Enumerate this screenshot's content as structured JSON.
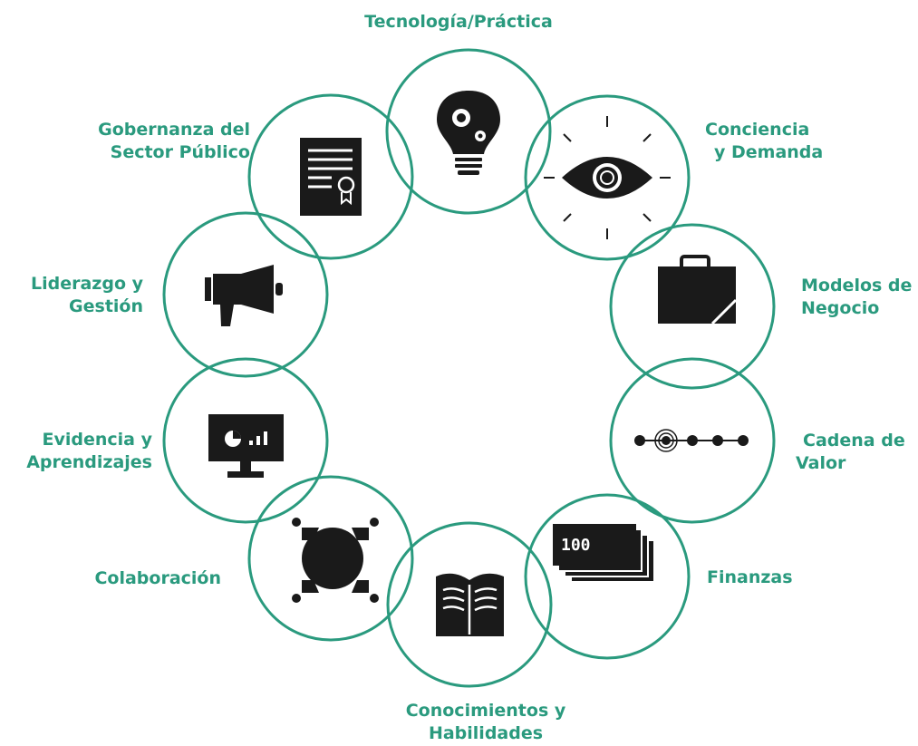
{
  "colors": {
    "accent": "#2a9a7e",
    "icon": "#1a1a1a",
    "background": "#ffffff"
  },
  "nodes": [
    {
      "id": "tech",
      "lines": [
        "Tecnología/Práctica"
      ],
      "icon": "lightbulb-gears-icon"
    },
    {
      "id": "awareness",
      "lines": [
        "Conciencia",
        "y Demanda"
      ],
      "icon": "eye-icon"
    },
    {
      "id": "business",
      "lines": [
        "Modelos de",
        "Negocio"
      ],
      "icon": "briefcase-icon"
    },
    {
      "id": "valuechain",
      "lines": [
        "Cadena de",
        "Valor"
      ],
      "icon": "value-chain-icon"
    },
    {
      "id": "finance",
      "lines": [
        "Finanzas"
      ],
      "icon": "banknotes-icon",
      "icon_text": "100"
    },
    {
      "id": "knowledge",
      "lines": [
        "Conocimientos y",
        "Habilidades"
      ],
      "icon": "open-book-icon"
    },
    {
      "id": "collab",
      "lines": [
        "Colaboración"
      ],
      "icon": "round-table-icon"
    },
    {
      "id": "evidence",
      "lines": [
        "Evidencia y",
        "Aprendizajes"
      ],
      "icon": "presentation-monitor-icon"
    },
    {
      "id": "leadership",
      "lines": [
        "Liderazgo y",
        "Gestión"
      ],
      "icon": "megaphone-icon"
    },
    {
      "id": "governance",
      "lines": [
        "Gobernanza del",
        "Sector Público"
      ],
      "icon": "certificate-icon"
    }
  ]
}
